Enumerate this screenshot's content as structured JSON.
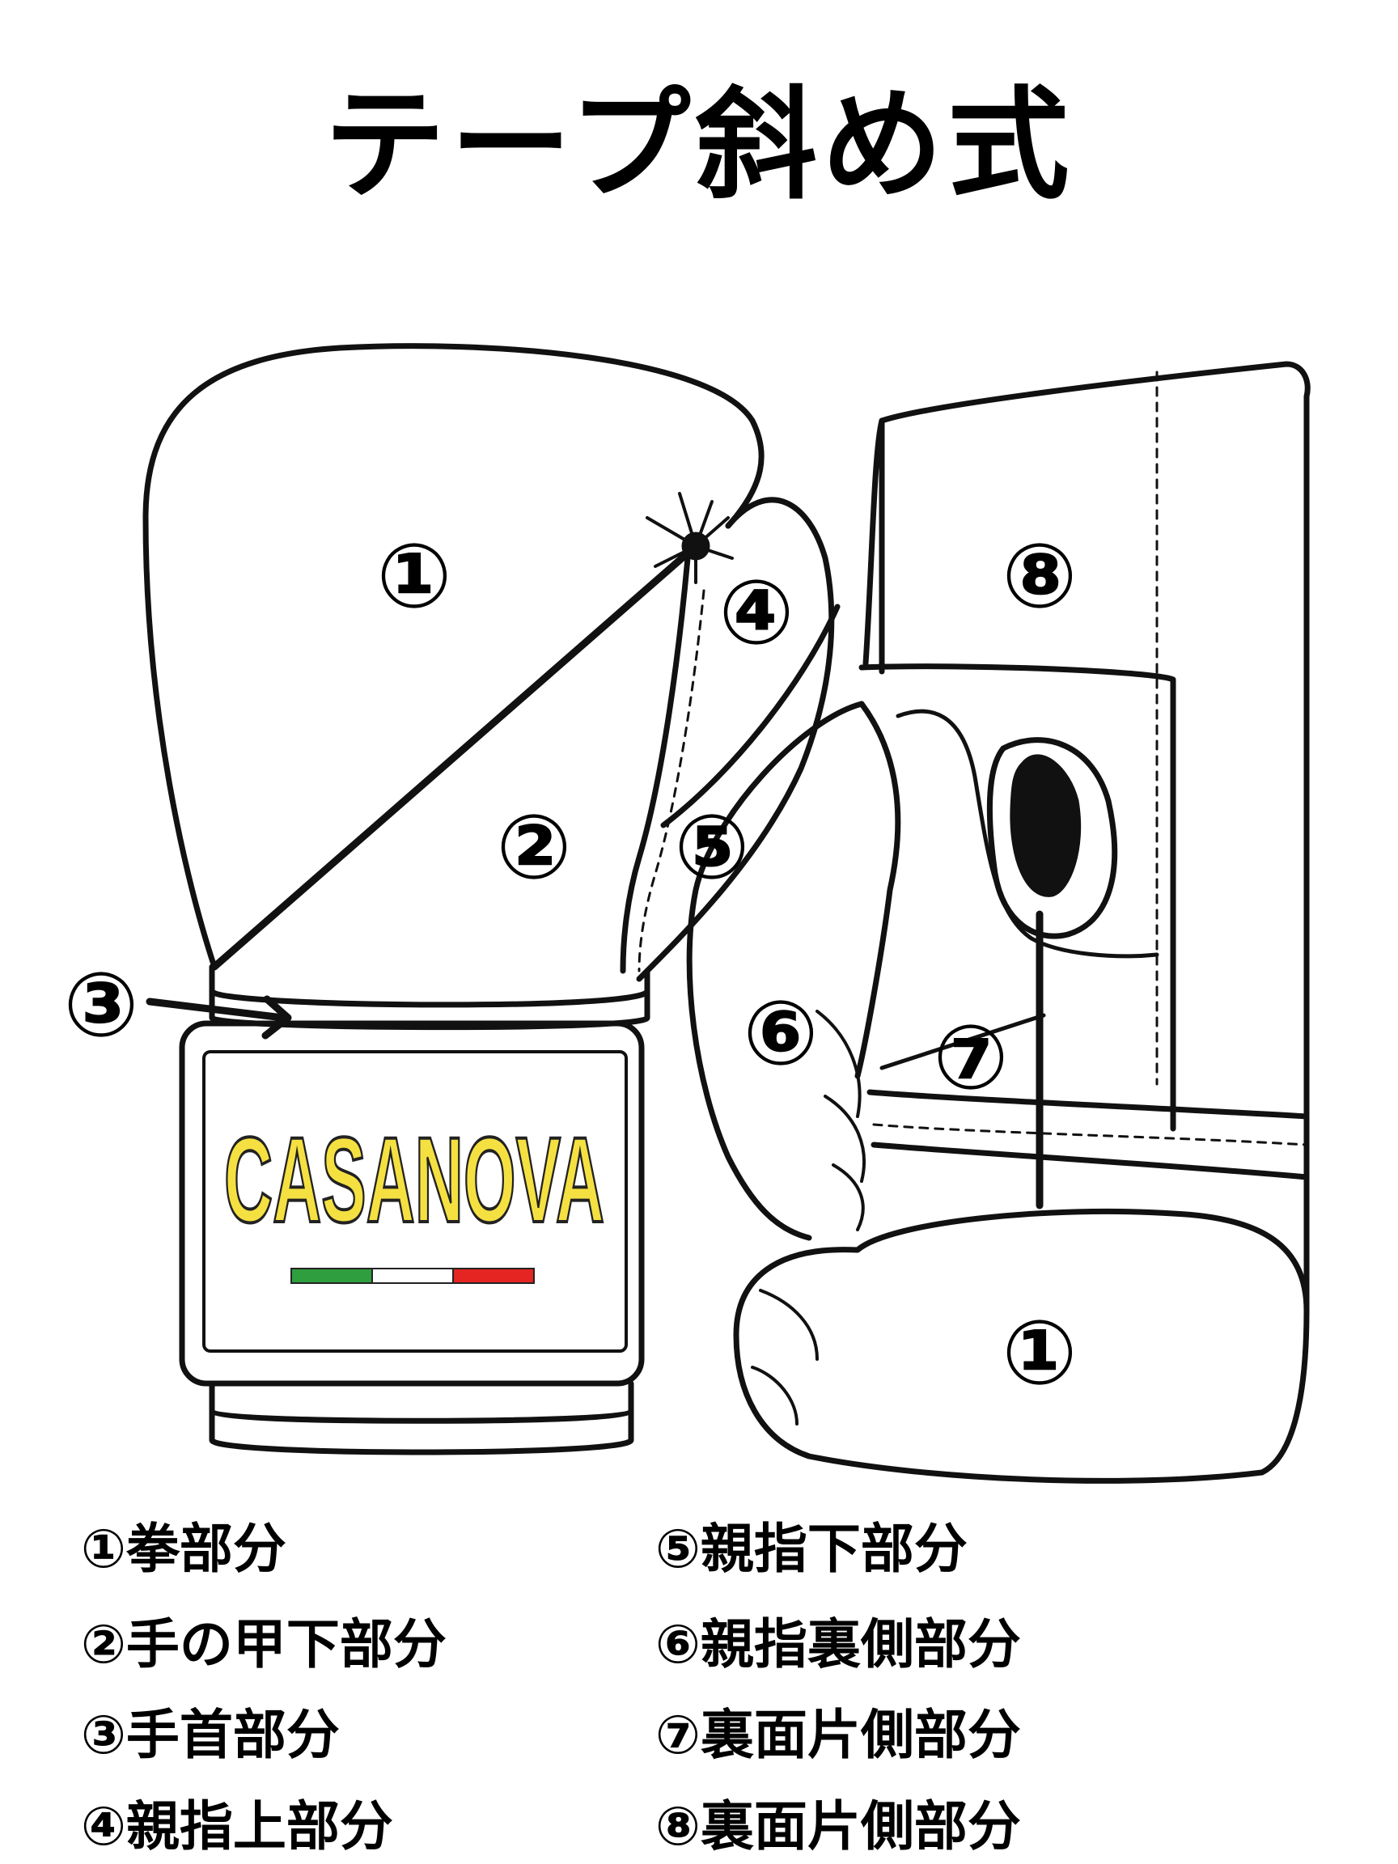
{
  "title": "テープ斜め式",
  "brand": {
    "logo_text": "CASANOVA",
    "logo_color": "#f5e042",
    "flag_colors": [
      "#2e9e3e",
      "#ffffff",
      "#e52521"
    ]
  },
  "markers": {
    "left_1": "①",
    "left_2": "②",
    "left_3": "③",
    "left_4": "④",
    "left_5": "⑤",
    "right_6": "⑥",
    "right_7": "⑦",
    "right_8": "⑧",
    "right_1": "①"
  },
  "legend": {
    "left": [
      "①拳部分",
      "②手の甲下部分",
      "③手首部分",
      "④親指上部分"
    ],
    "right": [
      "⑤親指下部分",
      "⑥親指裏側部分",
      "⑦裏面片側部分",
      "⑧裏面片側部分"
    ]
  }
}
